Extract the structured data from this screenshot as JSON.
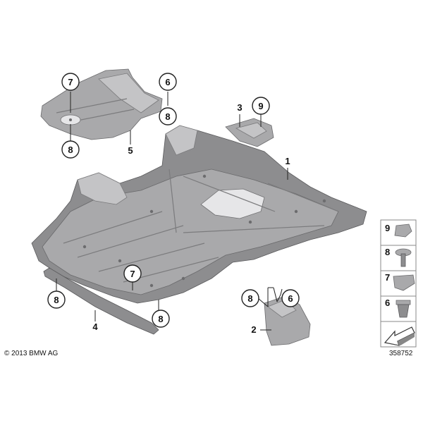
{
  "diagram": {
    "copyright": "© 2013 BMW AG",
    "diagram_number": "358752",
    "callouts": {
      "c7_top": "7",
      "c8_top": "8",
      "c6_top": "6",
      "c8_mid": "8",
      "c5": "5",
      "c3": "3",
      "c9": "9",
      "c1": "1",
      "c7_bottom": "7",
      "c8_bottom": "8",
      "c8_left": "8",
      "c4": "4",
      "c8_right": "8",
      "c6_right": "6",
      "c2": "2"
    },
    "legend": {
      "items": [
        "9",
        "8",
        "7",
        "6"
      ]
    }
  }
}
